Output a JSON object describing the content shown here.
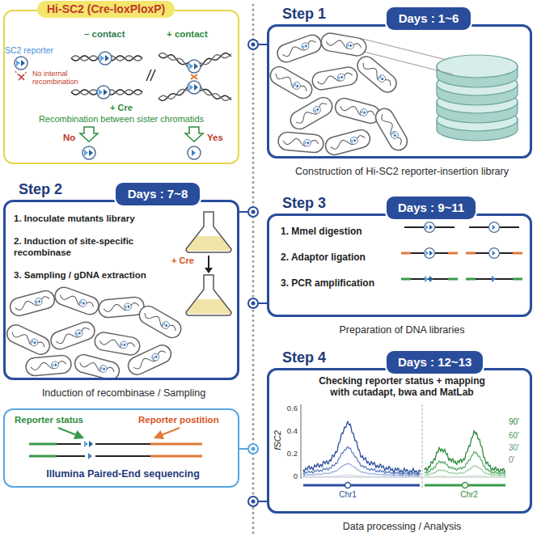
{
  "diagram": {
    "nodes": [
      {
        "text": [
          "Hi-SC2 (Cre-loxPloxP)"
        ]
      },
      {
        "text": [
          "Step 1",
          "Construction of Hi-SC2 reporter-insertion library"
        ]
      },
      {
        "text": [
          "Days : 1~6"
        ],
        "in": 1
      },
      {
        "text": [
          "Step 2",
          "1. Inoculate mutants library",
          "2. Induction of site-specific recombinase",
          "3. Sampling / gDNA extraction",
          "Induction of recombinase / Sampling"
        ]
      },
      {
        "text": [
          "Days : 7~8"
        ],
        "in": 3
      },
      {
        "text": [
          "Step 3",
          "1. MmeI digestion",
          "2. Adaptor ligation",
          "3. PCR amplification",
          "Preparation of DNA libraries"
        ]
      },
      {
        "text": [
          "Days : 9~11"
        ],
        "in": 5
      },
      {
        "text": [
          "Reporter status",
          "Reporter postition",
          "Illumina Paired-End sequencing"
        ]
      },
      {
        "text": [
          "Step 4",
          "Checking reporter status + mapping with cutadapt, bwa and MatLab",
          "Data processing / Analysis"
        ]
      },
      {
        "text": [
          "Days : 12~13"
        ],
        "in": 8
      }
    ],
    "labels": [
      "SC2 reporter",
      "No internal recombination",
      "– contact",
      "+ contact",
      "+ Cre",
      "Recombination between sister chromatids",
      "No",
      "Yes",
      "+ Cre",
      "0.6",
      "0.4",
      "0.2",
      "0",
      "fSC2",
      "Chr1",
      "Chr2",
      "90'",
      "60'",
      "30'",
      "0'"
    ]
  }
}
